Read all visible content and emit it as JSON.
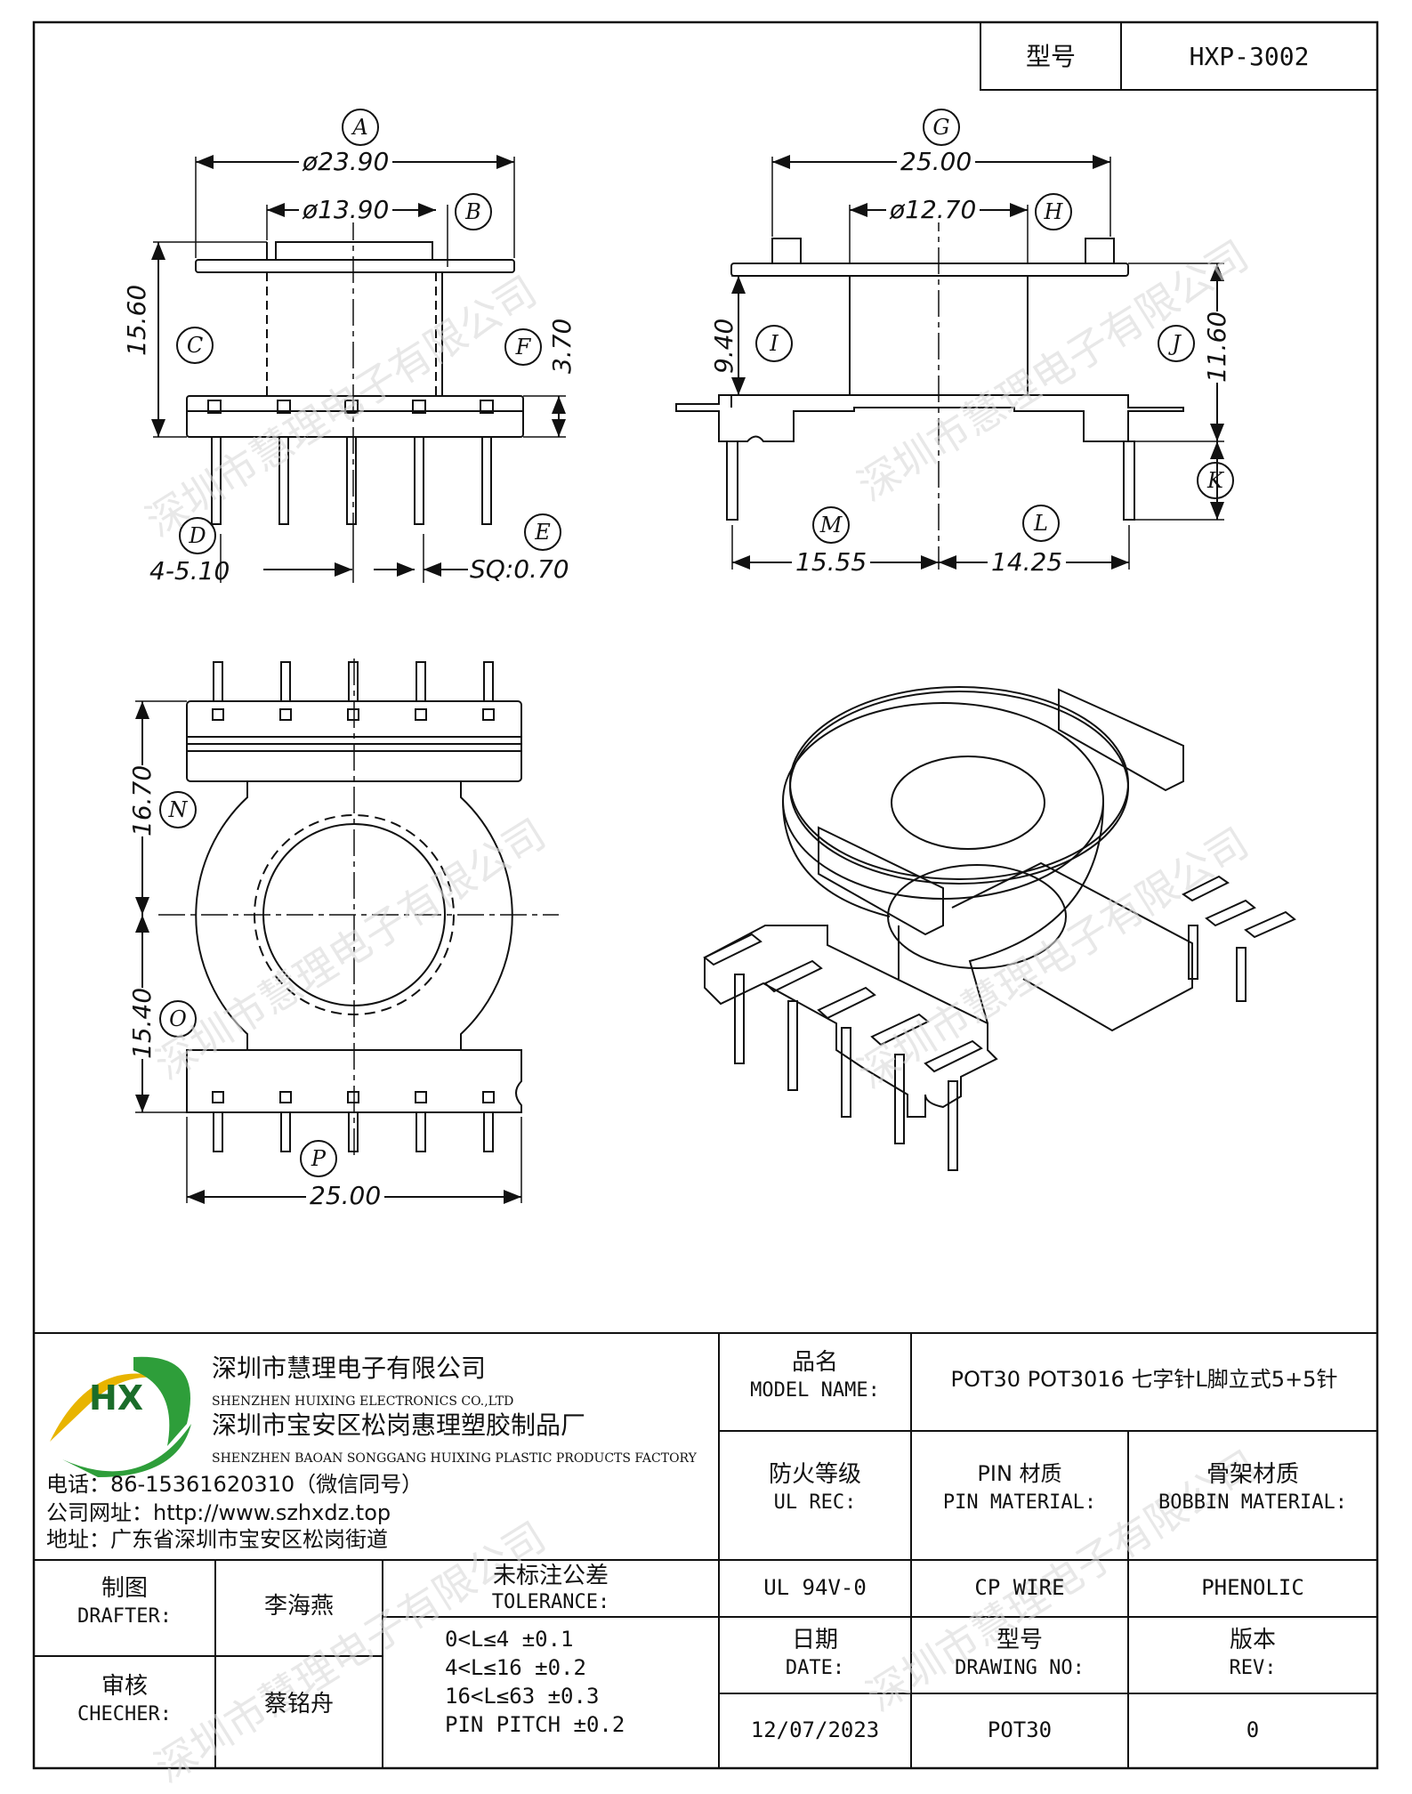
{
  "title_block": {
    "model_label": "型号",
    "model_value": "HXP-3002"
  },
  "dimensions": {
    "top_left": {
      "d_outer": "ø23.90",
      "d_inner": "ø13.90",
      "height": "15.60",
      "flange": "3.70",
      "pitch": "4-5.10",
      "pin": "SQ:0.70"
    },
    "top_right": {
      "width": "25.00",
      "d_inner": "ø12.70",
      "h_left": "9.40",
      "h_right": "11.60",
      "left": "15.55",
      "right": "14.25"
    },
    "bottom_left": {
      "upper": "16.70",
      "lower": "15.40",
      "width": "25.00"
    }
  },
  "callouts": [
    "A",
    "B",
    "C",
    "D",
    "E",
    "F",
    "G",
    "H",
    "I",
    "J",
    "K",
    "L",
    "M",
    "N",
    "O",
    "P"
  ],
  "company": {
    "name_cn": "深圳市慧理电子有限公司",
    "name_en": "SHENZHEN HUIXING ELECTRONICS CO.,LTD",
    "factory_cn": "深圳市宝安区松岗惠理塑胶制品厂",
    "factory_en": "SHENZHEN BAOAN SONGGANG HUIXING PLASTIC PRODUCTS FACTORY",
    "phone": "电话：86-15361620310（微信同号）",
    "website": "公司网址：http://www.szhxdz.top",
    "address": "地址：广东省深圳市宝安区松岗街道",
    "logo_text": "HX"
  },
  "model_name": {
    "label_cn": "品名",
    "label_en": "MODEL NAME:",
    "value": "POT30 POT3016 七字针L脚立式5+5针"
  },
  "fire": {
    "label_cn": "防火等级",
    "label_en": "UL REC:",
    "value": "UL 94V-0"
  },
  "pin_material": {
    "label_cn": "PIN 材质",
    "label_en": "PIN MATERIAL:",
    "value": "CP WIRE"
  },
  "bobbin_material": {
    "label_cn": "骨架材质",
    "label_en": "BOBBIN MATERIAL:",
    "value": "PHENOLIC"
  },
  "drafter": {
    "label_cn": "制图",
    "label_en": "DRAFTER:",
    "value": "李海燕"
  },
  "checker": {
    "label_cn": "审核",
    "label_en": "CHECHER:",
    "value": "蔡铭舟"
  },
  "tolerance": {
    "label_cn": "未标注公差",
    "label_en": "TOLERANCE:",
    "lines": [
      "0<L≤4  ±0.1",
      "4<L≤16  ±0.2",
      "16<L≤63  ±0.3",
      "PIN PITCH  ±0.2"
    ]
  },
  "date": {
    "label_cn": "日期",
    "label_en": "DATE:",
    "value": "12/07/2023"
  },
  "drawing_no": {
    "label_cn": "型号",
    "label_en": "DRAWING NO:",
    "value": "POT30"
  },
  "rev": {
    "label_cn": "版本",
    "label_en": "REV:",
    "value": "0"
  },
  "watermark": "深圳市慧理电子有限公司",
  "colors": {
    "line": "#111111",
    "logo_green": "#2e9e3a",
    "logo_yellow": "#e8b400",
    "watermark": "#d9d9d9"
  }
}
